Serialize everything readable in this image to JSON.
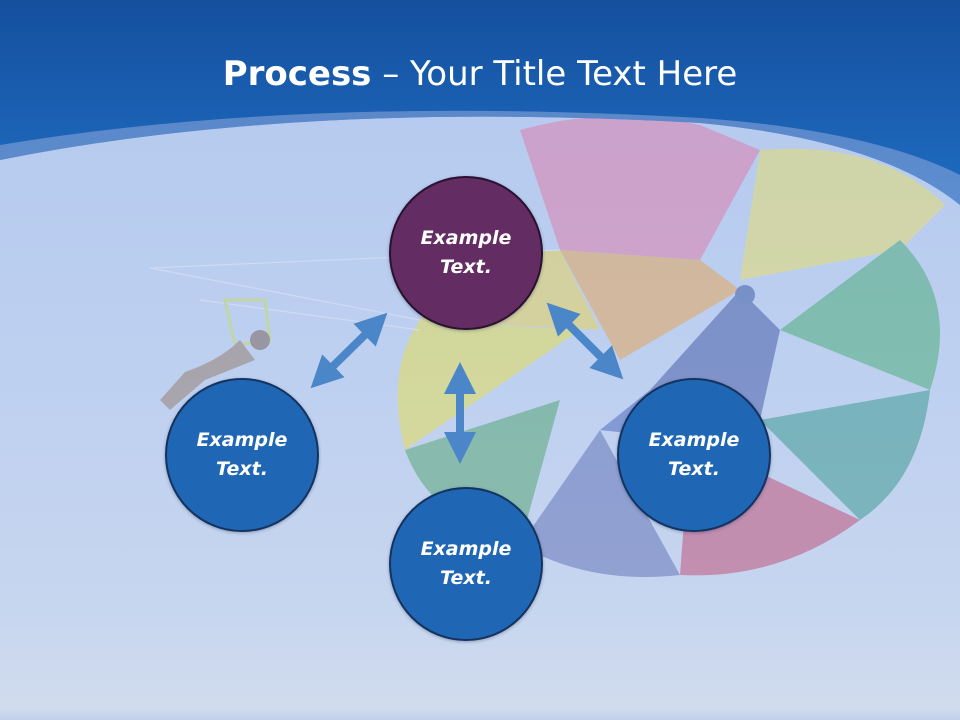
{
  "title": {
    "bold": "Process",
    "light": " – Your Title Text Here"
  },
  "nodes": [
    {
      "id": "top",
      "text": "Example Text.",
      "color": "#632c62"
    },
    {
      "id": "left",
      "text": "Example Text.",
      "color": "#1f67b5"
    },
    {
      "id": "right",
      "text": "Example Text.",
      "color": "#1f67b5"
    },
    {
      "id": "bottom",
      "text": "Example Text.",
      "color": "#1f67b5"
    }
  ],
  "colors": {
    "header": "#1a63b8",
    "arrow": "#4a86c8",
    "background": "#bccff0"
  },
  "icons": [
    "double-headed-arrow-icon",
    "parasail-image"
  ]
}
